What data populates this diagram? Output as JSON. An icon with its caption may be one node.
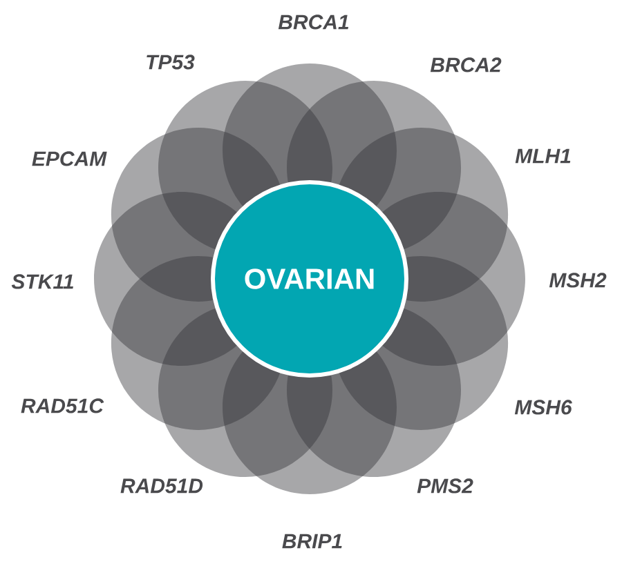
{
  "diagram": {
    "nodes": [
      {
        "text": [
          "OVARIAN"
        ]
      },
      {
        "text": [],
        "shape": "circle",
        "beside": [
          "BRCA1"
        ]
      },
      {
        "text": [],
        "shape": "circle",
        "beside": [
          "BRCA2"
        ]
      },
      {
        "text": [],
        "shape": "circle",
        "beside": [
          "MLH1"
        ]
      },
      {
        "text": [],
        "shape": "circle",
        "beside": [
          "MSH2"
        ]
      },
      {
        "text": [],
        "shape": "circle",
        "beside": [
          "MSH6"
        ]
      },
      {
        "text": [],
        "shape": "circle",
        "beside": [
          "PMS2"
        ]
      },
      {
        "text": [],
        "shape": "circle",
        "beside": [
          "BRIP1"
        ]
      },
      {
        "text": [],
        "shape": "circle",
        "beside": [
          "RAD51D"
        ]
      },
      {
        "text": [],
        "shape": "circle",
        "beside": [
          "RAD51C"
        ]
      },
      {
        "text": [],
        "shape": "circle",
        "beside": [
          "STK11"
        ]
      },
      {
        "text": [],
        "shape": "circle",
        "beside": [
          "EPCAM"
        ]
      },
      {
        "text": [],
        "shape": "circle",
        "beside": [
          "TP53"
        ]
      }
    ]
  }
}
